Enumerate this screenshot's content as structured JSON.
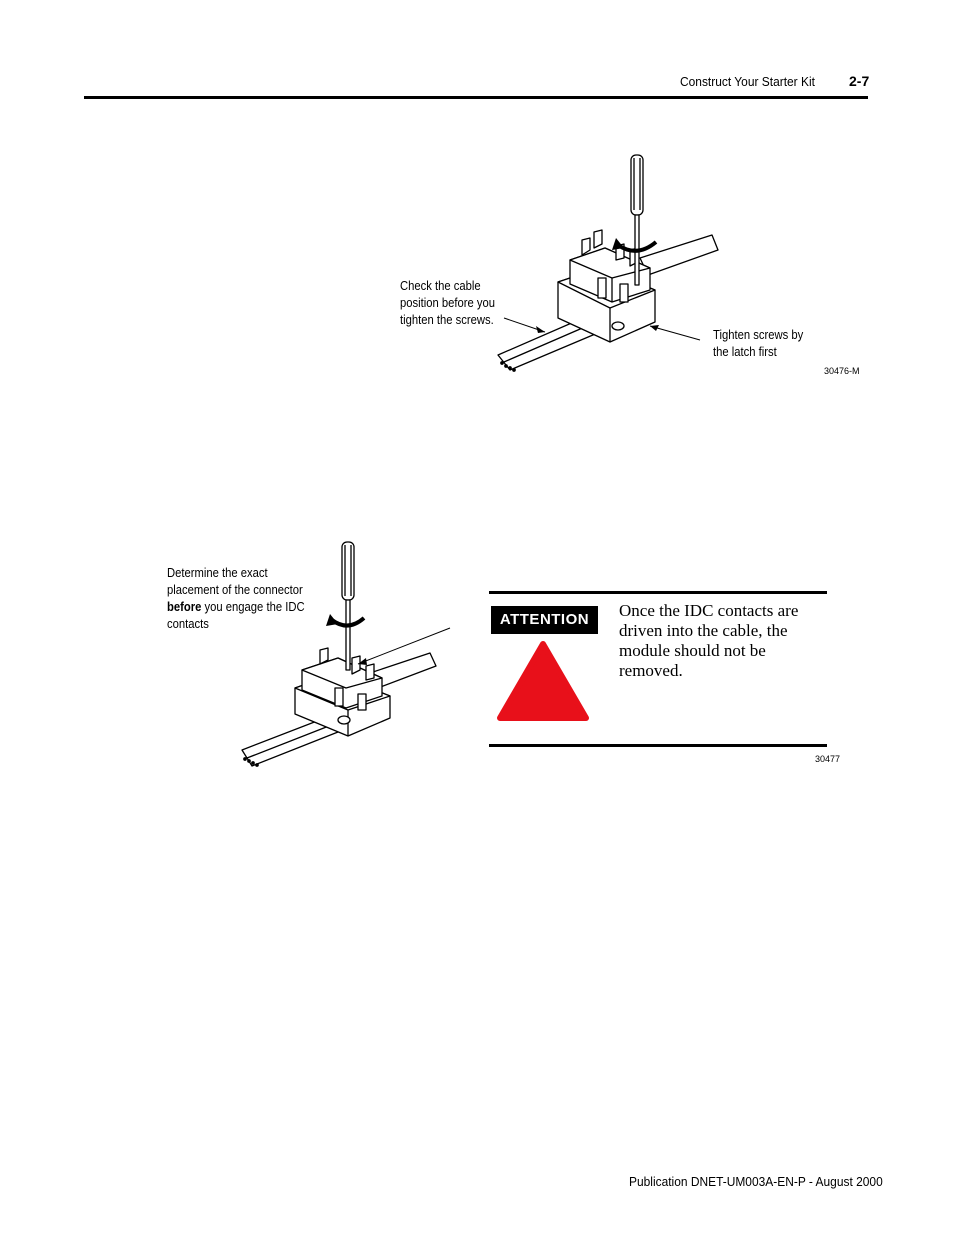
{
  "header": {
    "section_title": "Construct Your Starter Kit",
    "page_number": "2-7"
  },
  "figure1": {
    "callout_left": [
      "Check the cable",
      "position before you",
      "tighten the screws."
    ],
    "callout_right": [
      "Tighten screws by",
      "the latch first"
    ],
    "figure_id": "30476-M"
  },
  "figure2": {
    "callout_line1": "Determine the exact",
    "callout_line2": "placement of the connector",
    "callout_bold": "before",
    "callout_line3_rest": " you engage the IDC",
    "callout_line4": "contacts",
    "figure_id": "30477"
  },
  "attention": {
    "badge": "ATTENTION",
    "message": "Once the IDC contacts are driven into the cable, the module should not be removed.",
    "triangle_color": "#e8101a"
  },
  "footer": {
    "publication": "Publication DNET-UM003A-EN-P - August 2000"
  }
}
